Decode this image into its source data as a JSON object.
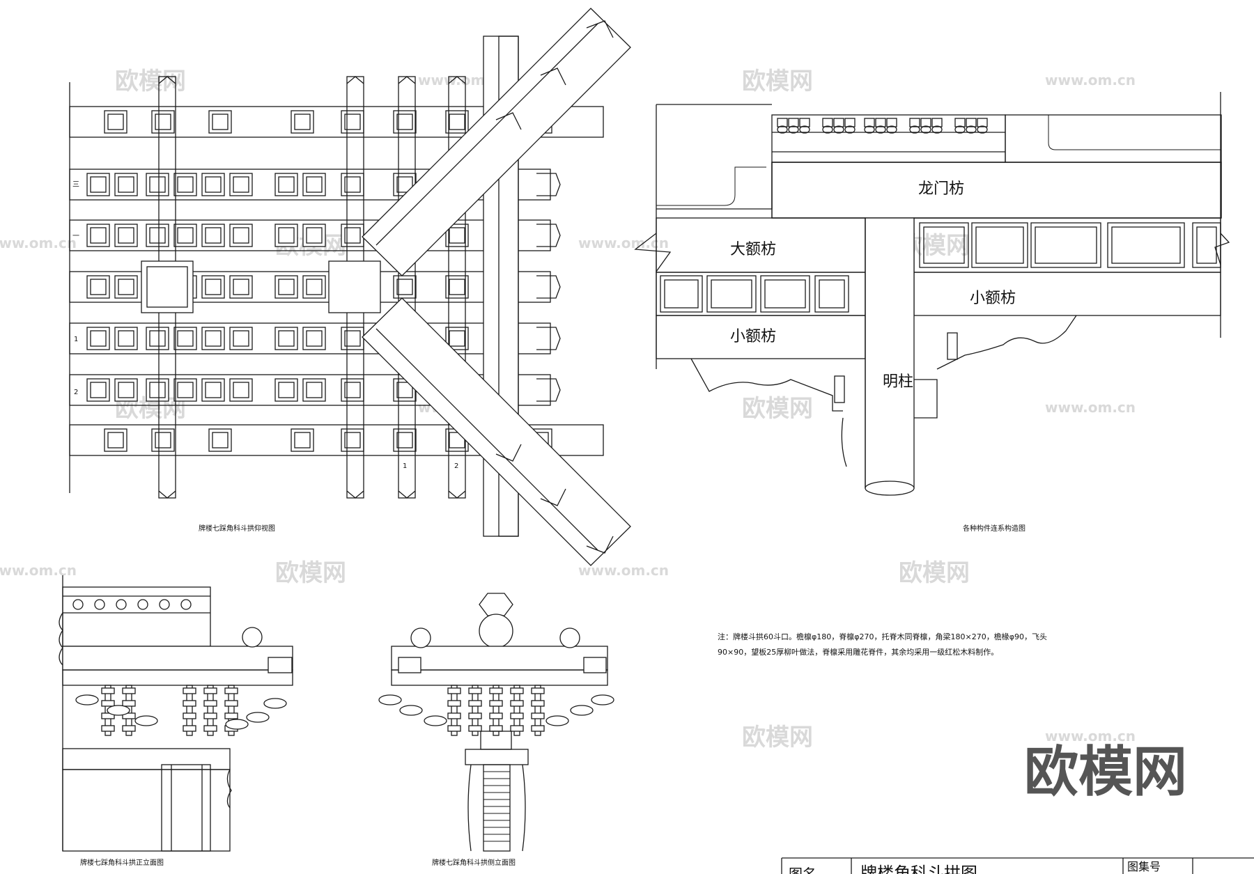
{
  "captions": {
    "plan": "牌楼七踩角科斗拱仰视图",
    "section": "各种构件连系构造图",
    "front": "牌楼七踩角科斗拱正立面图",
    "side": "牌楼七踩角科斗拱侧立面图"
  },
  "beams": {
    "longmen": "龙门枋",
    "dae": "大额枋",
    "xiaoe_left": "小额枋",
    "xiaoe_right": "小额枋",
    "column": "明柱"
  },
  "plan_marks": [
    "三",
    "一",
    "1",
    "2",
    "1",
    "2"
  ],
  "notes": {
    "line1": "注：牌楼斗拱60斗口。檐檩φ180，脊檩φ270，托脊木同脊檩，角梁180×270，檐椽φ90，飞头",
    "line2": "90×90，望板25厚柳叶做法，脊檩采用雕花脊件，其余均采用一级红松木料制作。"
  },
  "title_block": {
    "col1": "图名",
    "col2": "牌楼角科斗拱图",
    "col3": "图集号"
  },
  "watermark": {
    "brand": "欧模网",
    "url": "www.om.cn",
    "big": "欧模网"
  }
}
